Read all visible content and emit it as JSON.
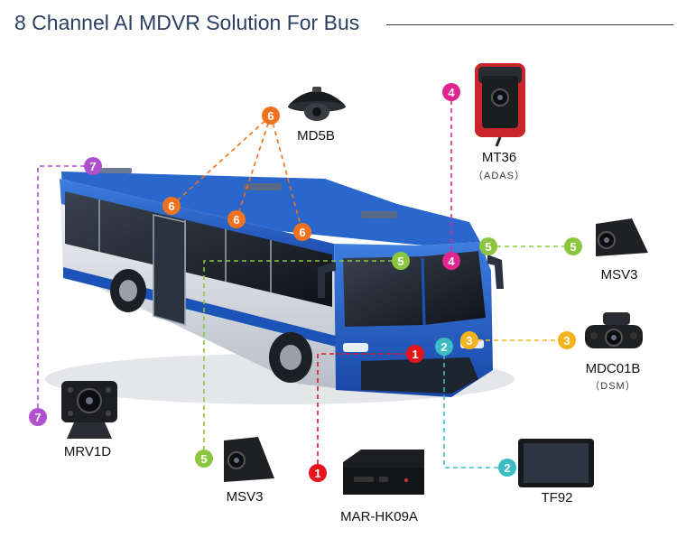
{
  "title": "8 Channel AI MDVR Solution For Bus",
  "colors": {
    "channel_1": "#e3141c",
    "channel_2": "#3bbcc3",
    "channel_3": "#f5b31c",
    "channel_4": "#e2258f",
    "channel_5": "#8cc63e",
    "channel_6": "#f0711e",
    "channel_7": "#b14fd1",
    "bus_blue": "#1c53b8",
    "title_color": "#2a3f63"
  },
  "devices": {
    "md5b": {
      "label": "MD5B",
      "channel": "6"
    },
    "mt36": {
      "label": "MT36",
      "sub": "（ADAS）",
      "channel": "4"
    },
    "msv3_right": {
      "label": "MSV3",
      "channel": "5"
    },
    "mdc01b": {
      "label": "MDC01B",
      "sub": "（DSM）",
      "channel": "3"
    },
    "mrv1d": {
      "label": "MRV1D",
      "channel": "7"
    },
    "msv3_left": {
      "label": "MSV3",
      "channel": "5"
    },
    "mar_hk09a": {
      "label": "MAR-HK09A",
      "channel": "1"
    },
    "tf92": {
      "label": "TF92",
      "channel": "2"
    }
  },
  "bus_badges": [
    "6",
    "6",
    "6",
    "5",
    "4",
    "5",
    "1",
    "2",
    "3",
    "7"
  ]
}
